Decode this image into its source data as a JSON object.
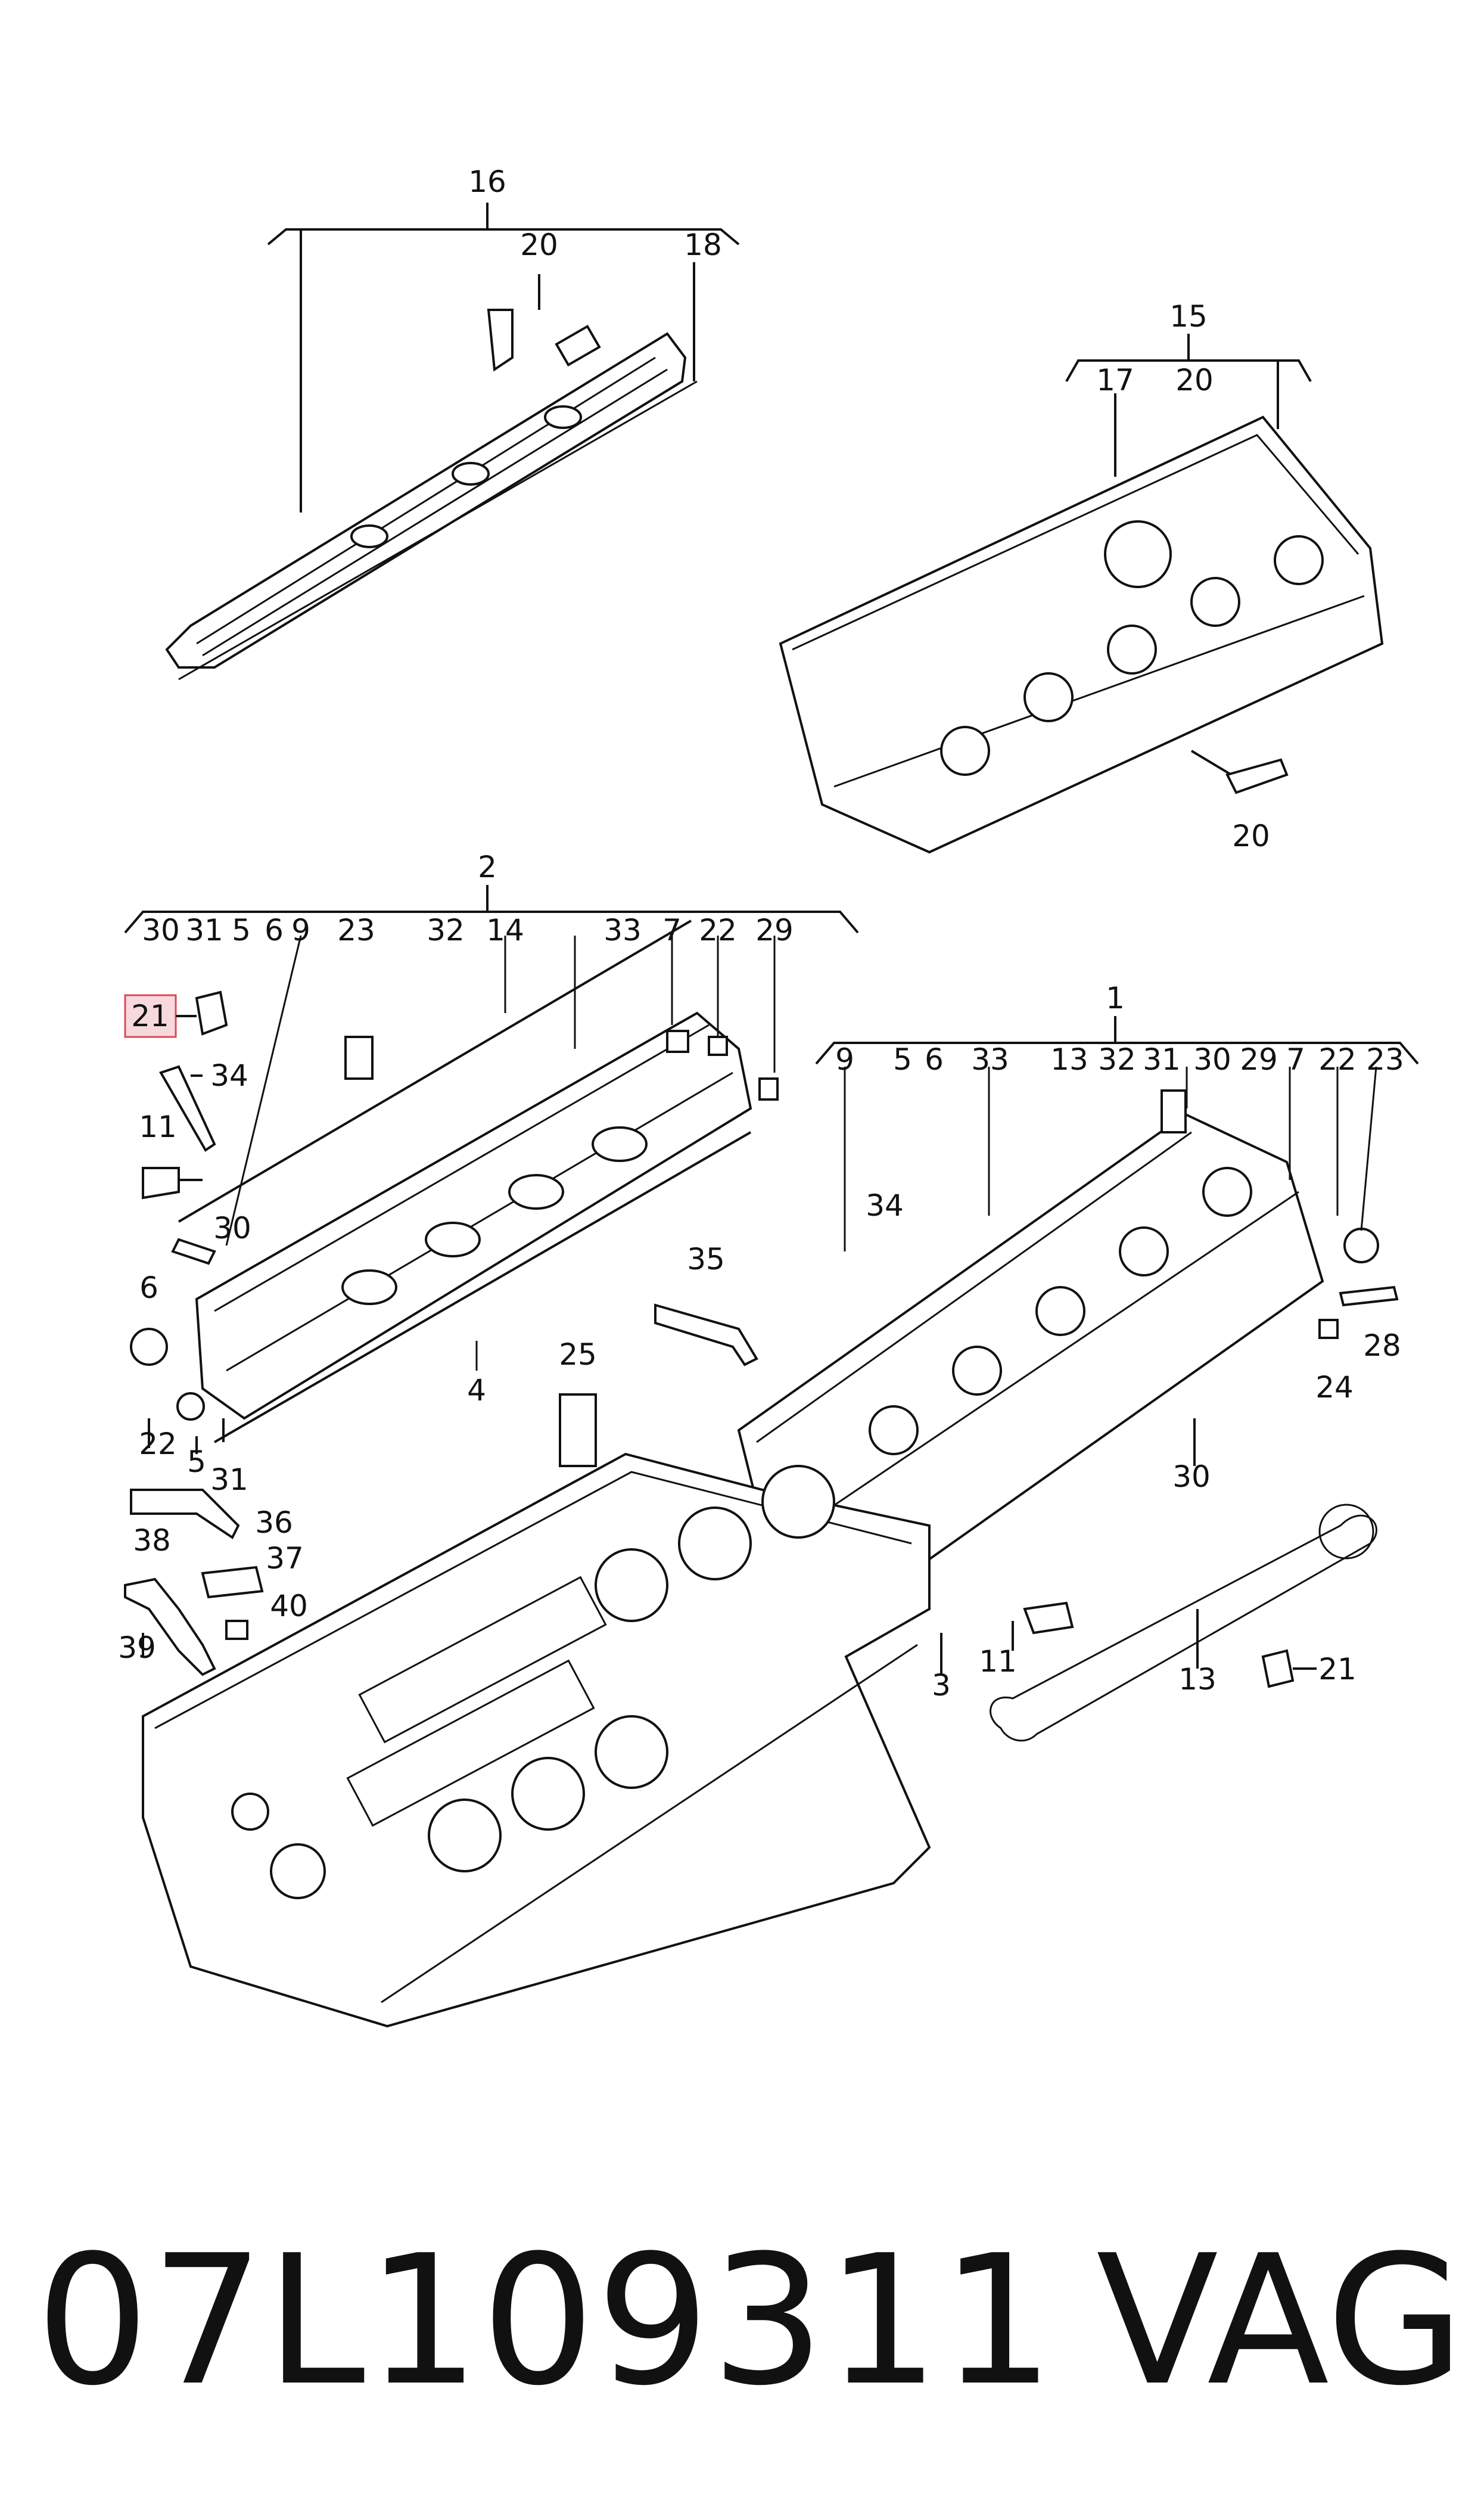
{
  "callouts": {
    "c1": "1",
    "c2": "2",
    "c3": "3",
    "c4": "4",
    "c5": "5",
    "c6": "6",
    "c7": "7",
    "c9": "9",
    "c11": "11",
    "c13": "13",
    "c14": "14",
    "c15": "15",
    "c16": "16",
    "c17": "17",
    "c18": "18",
    "c20": "20",
    "c21": "21",
    "c22": "22",
    "c23": "23",
    "c24": "24",
    "c25": "25",
    "c28": "28",
    "c29": "29",
    "c30": "30",
    "c31": "31",
    "c32": "32",
    "c33": "33",
    "c34": "34",
    "c35": "35",
    "c36": "36",
    "c37": "37",
    "c38": "38",
    "c39": "39",
    "c40": "40"
  },
  "highlighted_part": "21",
  "footer": {
    "part_number": "07L109311",
    "brand": "VAG"
  }
}
